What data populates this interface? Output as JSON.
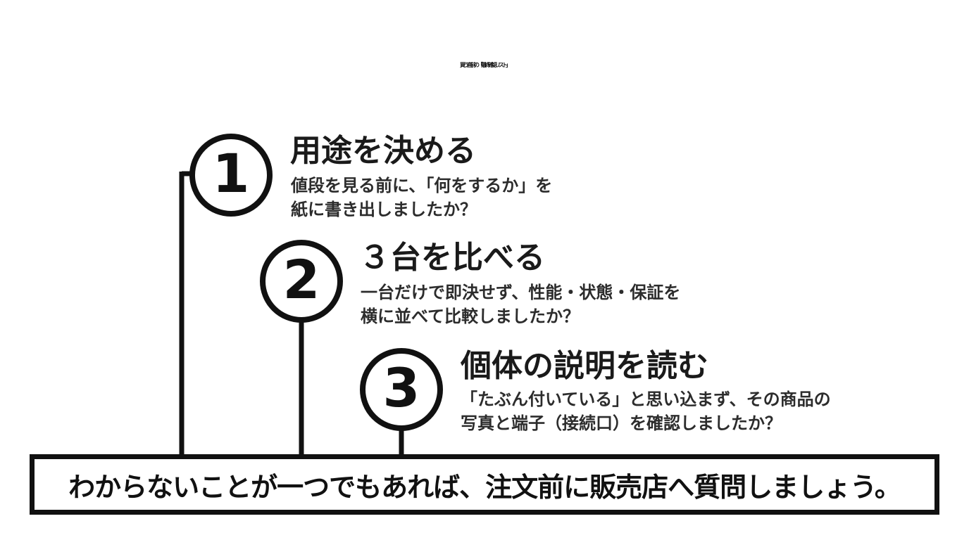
{
  "title": "買う直前の「最終確認リスト」",
  "steps": [
    {
      "number": "1",
      "title": "用途を決める",
      "desc_lines": [
        "値段を見る前に、「何をするか」を",
        "紙に書き出しましたか？"
      ]
    },
    {
      "number": "2",
      "title": "３台を比べる",
      "desc_lines": [
        "一台だけで即決せず、性能・状態・保証を",
        "横に並べて比較しましたか？"
      ]
    },
    {
      "number": "3",
      "title": "個体の説明を読む",
      "desc_lines": [
        "「たぶん付いている」と思い込まず、その商品の",
        "写真と端子（接続口）を確認しましたか？"
      ]
    }
  ],
  "bottom_message": "わからないことが一つでもあれば、注文前に販売店へ質問しましょう。",
  "colors": {
    "ink": "#111111",
    "background": "#ffffff"
  }
}
